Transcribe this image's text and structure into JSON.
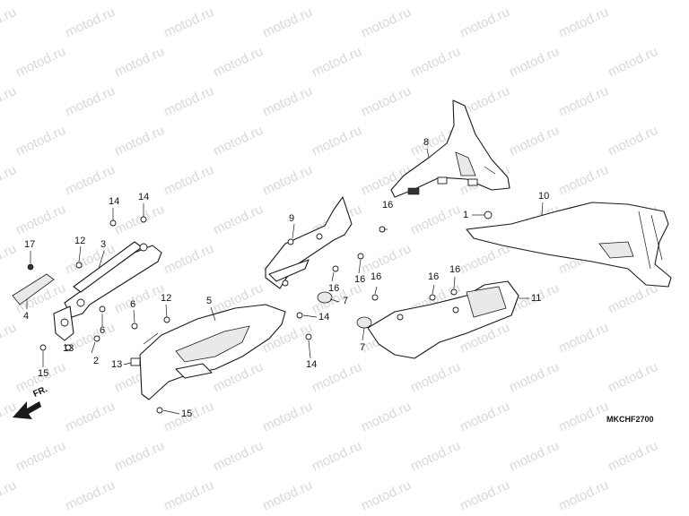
{
  "diagram": {
    "watermark_text": "motod.ru",
    "diagram_code": "MKCHF2700",
    "direction_label": "FR.",
    "callouts": [
      {
        "id": "c1",
        "label": "1"
      },
      {
        "id": "c2",
        "label": "2"
      },
      {
        "id": "c3",
        "label": "3"
      },
      {
        "id": "c4",
        "label": "4"
      },
      {
        "id": "c5",
        "label": "5"
      },
      {
        "id": "c6a",
        "label": "6"
      },
      {
        "id": "c6b",
        "label": "6"
      },
      {
        "id": "c7a",
        "label": "7"
      },
      {
        "id": "c7b",
        "label": "7"
      },
      {
        "id": "c8",
        "label": "8"
      },
      {
        "id": "c9",
        "label": "9"
      },
      {
        "id": "c10",
        "label": "10"
      },
      {
        "id": "c11",
        "label": "11"
      },
      {
        "id": "c12a",
        "label": "12"
      },
      {
        "id": "c12b",
        "label": "12"
      },
      {
        "id": "c13a",
        "label": "13"
      },
      {
        "id": "c13b",
        "label": "13"
      },
      {
        "id": "c14a",
        "label": "14"
      },
      {
        "id": "c14b",
        "label": "14"
      },
      {
        "id": "c14c",
        "label": "14"
      },
      {
        "id": "c14d",
        "label": "14"
      },
      {
        "id": "c15a",
        "label": "15"
      },
      {
        "id": "c15b",
        "label": "15"
      },
      {
        "id": "c16a",
        "label": "16"
      },
      {
        "id": "c16b",
        "label": "16"
      },
      {
        "id": "c16c",
        "label": "16"
      },
      {
        "id": "c16d",
        "label": "16"
      },
      {
        "id": "c16e",
        "label": "16"
      },
      {
        "id": "c16f",
        "label": "16"
      },
      {
        "id": "c17",
        "label": "17"
      }
    ]
  }
}
